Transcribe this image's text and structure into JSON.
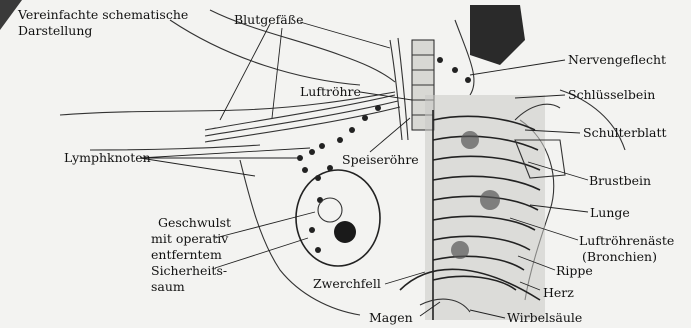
{
  "header": {
    "title_line1": "Vereinfachte schematische",
    "title_line2": "Darstellung"
  },
  "labels": {
    "blutgefaesse": "Blutgefäße",
    "nervengeflecht": "Nervengeflecht",
    "luftroehre": "Luftröhre",
    "schluesselbein": "Schlüsselbein",
    "schulterblatt": "Schulterblatt",
    "lymphknoten": "Lymphknoten",
    "speiseroehre": "Speiseröhre",
    "brustbein": "Brustbein",
    "lunge": "Lunge",
    "luftroehrenaeste": "Luftröhrenäste",
    "bronchien": "(Bronchien)",
    "rippe": "Rippe",
    "herz": "Herz",
    "wirbelsaeule": "Wirbelsäule",
    "zwerchfell": "Zwerchfell",
    "magen": "Magen",
    "geschwulst": [
      "Geschwulst",
      "mit operativ",
      "entferntem",
      "Sicherheits-",
      "saum"
    ]
  }
}
